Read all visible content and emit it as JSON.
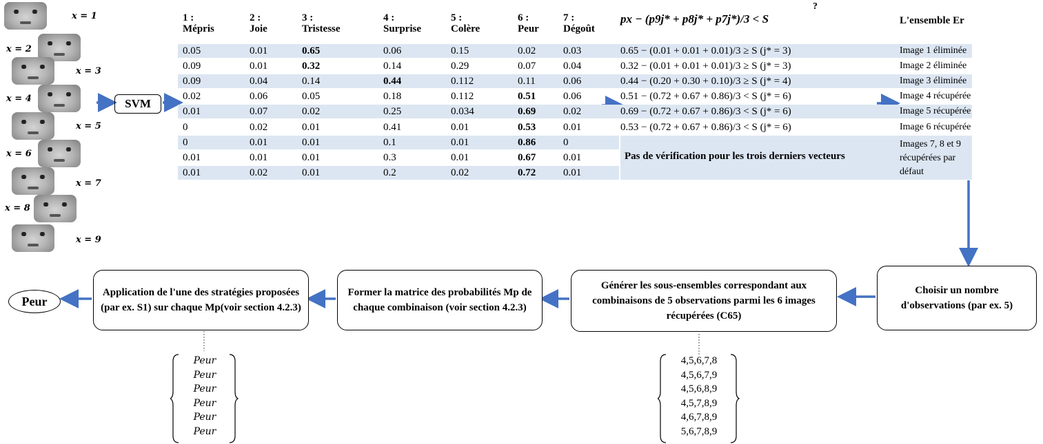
{
  "faces": [
    {
      "label": "x = 1"
    },
    {
      "label": "x = 2"
    },
    {
      "label": "x = 3"
    },
    {
      "label": "x = 4"
    },
    {
      "label": "x = 5"
    },
    {
      "label": "x = 6"
    },
    {
      "label": "x = 7"
    },
    {
      "label": "x = 8"
    },
    {
      "label": "x = 9"
    }
  ],
  "svm_label": "SVM",
  "table": {
    "headers": [
      "1 :\nMépris",
      "2 :\nJoie",
      "3 :\nTristesse",
      "4 :\nSurprise",
      "5 :\nColère",
      "6 :\nPeur",
      "7 :\nDégoût"
    ],
    "rows": [
      [
        "0.05",
        "0.01",
        "0.65",
        "0.06",
        "0.15",
        "0.02",
        "0.03"
      ],
      [
        "0.09",
        "0.01",
        "0.32",
        "0.14",
        "0.29",
        "0.07",
        "0.04"
      ],
      [
        "0.09",
        "0.04",
        "0.14",
        "0.44",
        "0.112",
        "0.11",
        "0.06"
      ],
      [
        "0.02",
        "0.06",
        "0.05",
        "0.18",
        "0.112",
        "0.51",
        "0.06"
      ],
      [
        "0.01",
        "0.07",
        "0.02",
        "0.25",
        "0.034",
        "0.69",
        "0.02"
      ],
      [
        "0",
        "0.02",
        "0.01",
        "0.41",
        "0.01",
        "0.53",
        "0.01"
      ],
      [
        "0",
        "0.01",
        "0.01",
        "0.1",
        "0.01",
        "0.86",
        "0"
      ],
      [
        "0.01",
        "0.01",
        "0.01",
        "0.3",
        "0.01",
        "0.67",
        "0.01"
      ],
      [
        "0.01",
        "0.02",
        "0.01",
        "0.2",
        "0.02",
        "0.72",
        "0.01"
      ]
    ]
  },
  "formula_header": "px − (p9j* + p8j* + p7j*)/3 < S",
  "question_mark": "?",
  "ensemble_header": "L'ensemble Er",
  "verifications": [
    "0.65 − (0.01 + 0.01 + 0.01)/3 ≥ S (j* = 3)",
    "0.32 − (0.01 + 0.01 + 0.01)/3 ≥ S (j* = 3)",
    "0.44 − (0.20 + 0.30 + 0.10)/3 ≥ S (j* = 4)",
    "0.51 − (0.72 + 0.67 + 0.86)/3 < S (j* = 6)",
    "0.69 − (0.72 + 0.67 + 0.86)/3 < S (j* = 6)",
    "0.53 − (0.72 + 0.67 + 0.86)/3 < S (j* = 6)"
  ],
  "results": [
    "Image 1 éliminée",
    "Image 2 éliminée",
    "Image 3 éliminée",
    "Image 4 récupérée",
    "Image 5 récupérée",
    "Image 6 récupérée"
  ],
  "no_check_note": "Pas de vérification pour les trois derniers vecteurs",
  "default_note": "Images 7, 8 et 9 récupérées par défaut",
  "flow": {
    "choose_box": "Choisir un nombre d'observations (par ex. 5)",
    "generate_box": "Générer les sous-ensembles correspondant aux combinaisons de 5 observations parmi les 6 images récupérées (C65)",
    "matrix_box": "Former la matrice des probabilités Mp de chaque combinaison (voir section 4.2.3)",
    "strategy_box": "Application de l'une des stratégies proposées (par ex. S1) sur chaque Mp(voir section 4.2.3)",
    "result_oval": "Peur"
  },
  "combinations": [
    "4,5,6,7,8",
    "4,5,6,7,9",
    "4,5,6,8,9",
    "4,5,7,8,9",
    "4,6,7,8,9",
    "5,6,7,8,9"
  ],
  "strategy_outputs": [
    "Peur",
    "Peur",
    "Peur",
    "Peur",
    "Peur",
    "Peur"
  ],
  "colors": {
    "arrow": "#4472c4",
    "band": "#dce6f2"
  }
}
